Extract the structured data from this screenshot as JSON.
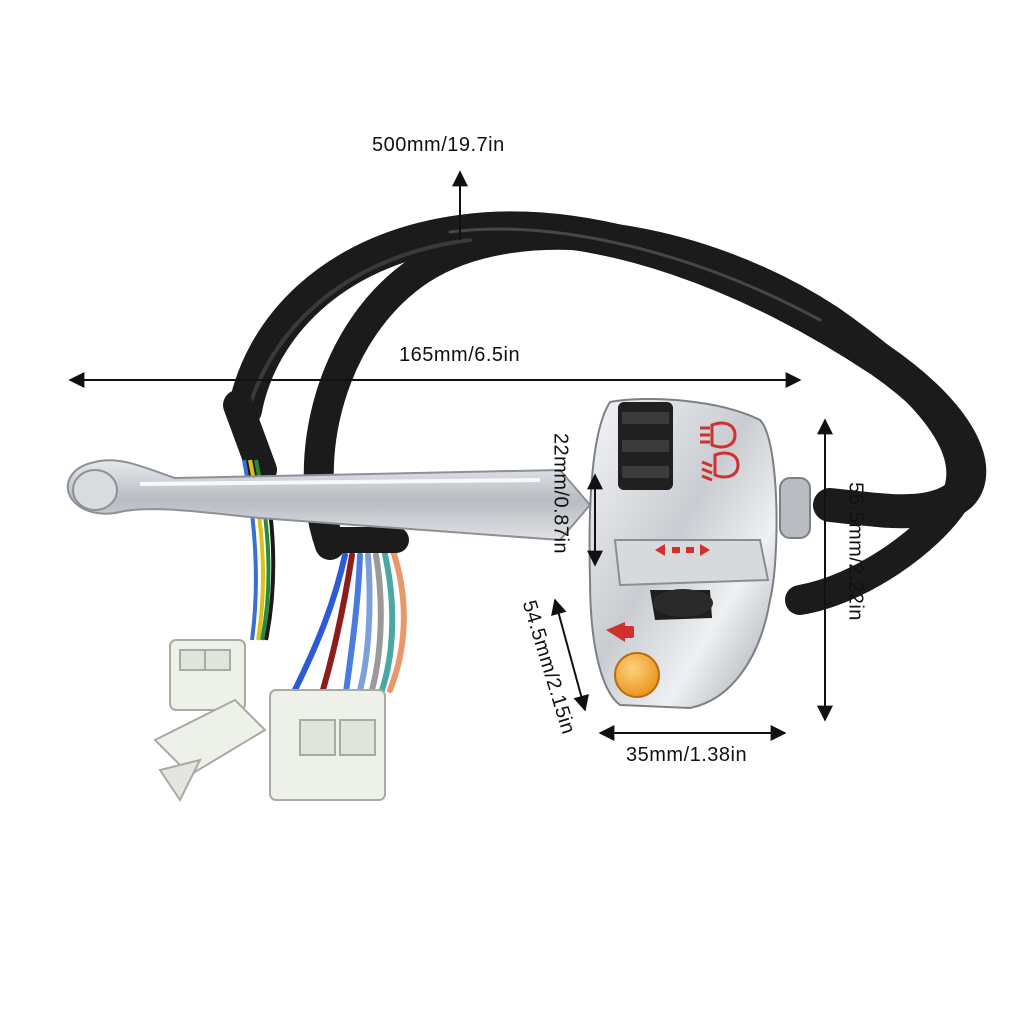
{
  "dimensions": {
    "cable_length": "500mm/19.7in",
    "lever_length": "165mm/6.5in",
    "handlebar_diameter": "22mm/0.87in",
    "housing_height": "56.5mm/2.22in",
    "housing_diagonal": "54.5mm/2.15in",
    "housing_width": "35mm/1.38in"
  },
  "colors": {
    "cable": "#1b1b1b",
    "chrome": "#cfd2d6",
    "horn_button": "#f5a623",
    "symbols": "#d0312d",
    "connector": "#f0f2ec"
  },
  "icons": [
    "headlight-high-beam-icon",
    "headlight-low-beam-icon",
    "turn-signal-icon",
    "horn-icon"
  ]
}
